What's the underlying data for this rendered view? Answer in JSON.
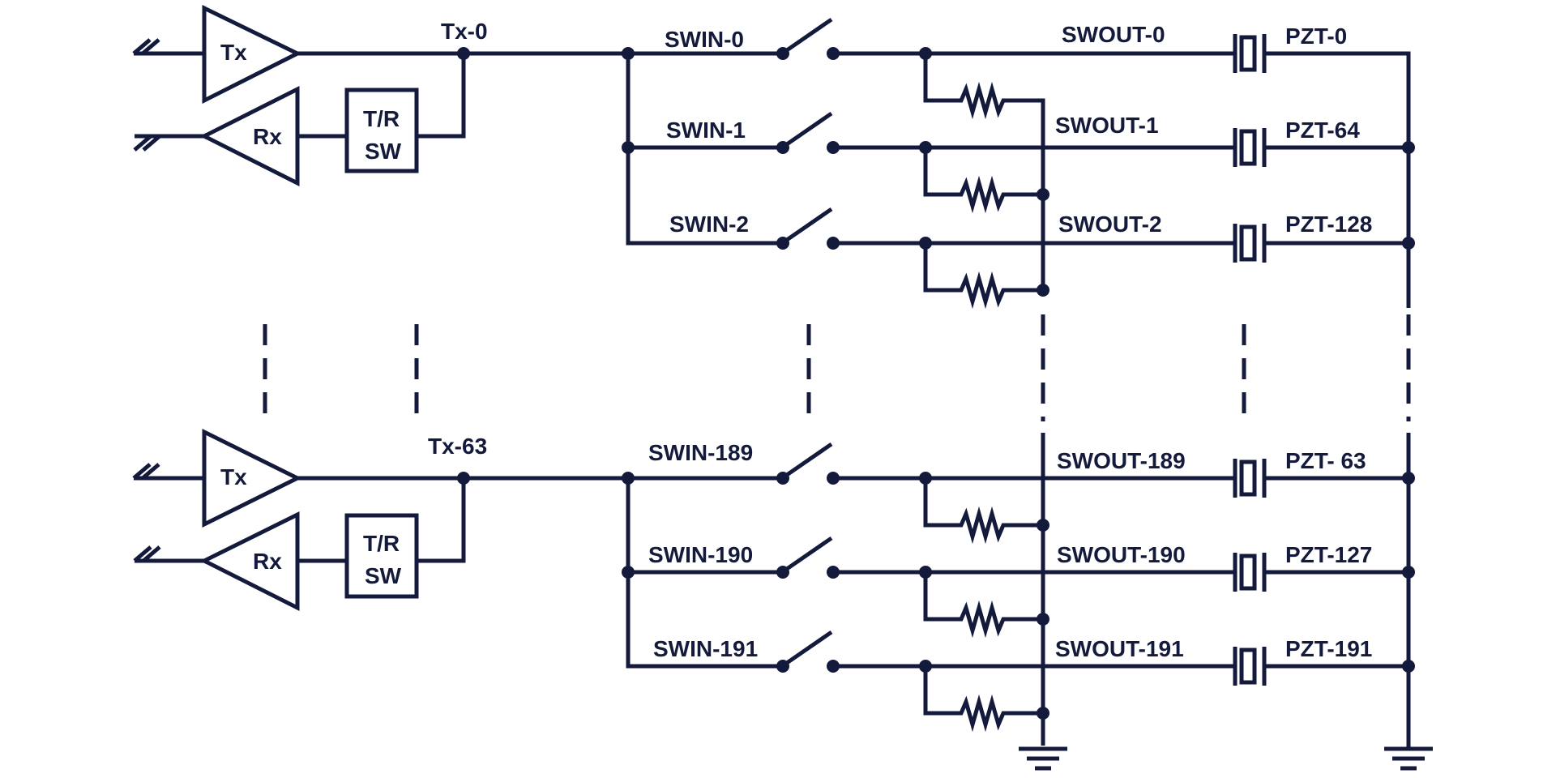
{
  "diagram": {
    "ink_color": "#141a3c",
    "background_color": "#ffffff",
    "block_labels": {
      "tx": "Tx",
      "rx": "Rx",
      "tr_switch_top": "T/R",
      "tr_switch_bottom": "SW"
    },
    "groups": [
      {
        "tx_node": "Tx-0",
        "channels": [
          {
            "swin": "SWIN-0",
            "swout": "SWOUT-0",
            "pzt": "PZT-0"
          },
          {
            "swin": "SWIN-1",
            "swout": "SWOUT-1",
            "pzt": "PZT-64"
          },
          {
            "swin": "SWIN-2",
            "swout": "SWOUT-2",
            "pzt": "PZT-128"
          }
        ]
      },
      {
        "tx_node": "Tx-63",
        "channels": [
          {
            "swin": "SWIN-189",
            "swout": "SWOUT-189",
            "pzt": "PZT- 63"
          },
          {
            "swin": "SWIN-190",
            "swout": "SWOUT-190",
            "pzt": "PZT-127"
          },
          {
            "swin": "SWIN-191",
            "swout": "SWOUT-191",
            "pzt": "PZT-191"
          }
        ]
      }
    ]
  }
}
